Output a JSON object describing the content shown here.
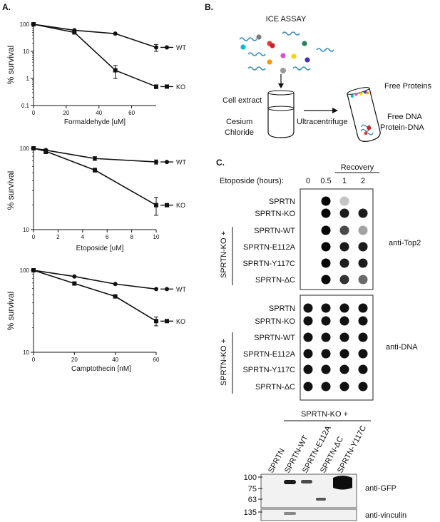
{
  "panel_labels": {
    "a": "A.",
    "b": "B.",
    "c": "C."
  },
  "chart_data": [
    {
      "type": "line",
      "ylabel": "% survival",
      "xlabel": "Formaldehyde [uM]",
      "yscale": "log",
      "ylim": [
        0.1,
        100
      ],
      "xlim": [
        0,
        75
      ],
      "xticks": [
        "0",
        "20",
        "40",
        "60"
      ],
      "yticks": [
        "100",
        "10",
        "1",
        "0.1"
      ],
      "series": [
        {
          "name": "WT",
          "x": [
            0,
            25,
            50,
            75
          ],
          "y": [
            100,
            60,
            45,
            14
          ],
          "err": [
            0,
            0,
            0,
            4
          ]
        },
        {
          "name": "KO",
          "x": [
            0,
            25,
            50,
            75
          ],
          "y": [
            100,
            50,
            2,
            0.5
          ],
          "err": [
            0,
            0,
            1,
            0.08
          ]
        }
      ]
    },
    {
      "type": "line",
      "ylabel": "% survival",
      "xlabel": "Etoposide [uM]",
      "yscale": "log",
      "ylim": [
        10,
        100
      ],
      "xlim": [
        0,
        10
      ],
      "xticks": [
        "0",
        "2",
        "4",
        "6",
        "8",
        "10"
      ],
      "yticks": [
        "100",
        "10"
      ],
      "series": [
        {
          "name": "WT",
          "x": [
            0,
            1,
            5,
            10
          ],
          "y": [
            100,
            95,
            75,
            68
          ],
          "err": [
            0,
            0,
            4,
            4
          ]
        },
        {
          "name": "KO",
          "x": [
            0,
            1,
            5,
            10
          ],
          "y": [
            100,
            92,
            54,
            20
          ],
          "err": [
            0,
            6,
            3,
            5
          ]
        }
      ]
    },
    {
      "type": "line",
      "ylabel": "% survival",
      "xlabel": "Camptothecin [nM]",
      "yscale": "log",
      "ylim": [
        10,
        100
      ],
      "xlim": [
        0,
        60
      ],
      "xticks": [
        "0",
        "20",
        "40",
        "60"
      ],
      "yticks": [
        "100",
        "10"
      ],
      "series": [
        {
          "name": "WT",
          "x": [
            0,
            20,
            40,
            60
          ],
          "y": [
            100,
            84,
            68,
            59
          ],
          "err": [
            0,
            0,
            0,
            0
          ]
        },
        {
          "name": "KO",
          "x": [
            0,
            20,
            40,
            60
          ],
          "y": [
            100,
            69,
            48,
            24
          ],
          "err": [
            0,
            0,
            0,
            3
          ]
        }
      ]
    }
  ],
  "ice": {
    "title": "ICE ASSAY",
    "cell_extract": "Cell extract",
    "cesium": "Cesium",
    "chloride": "Chloride",
    "ultracentrifuge": "Ultracentrifuge",
    "free_proteins": "Free Proteins",
    "free_dna": "Free DNA",
    "protein_dna": "Protein-DNA",
    "dot_colors": [
      "#7a7a7a",
      "#e53935",
      "#2e7d5b",
      "#00bcd4",
      "#ffd600",
      "#d94fd9",
      "#4a2fb5",
      "#ff9800",
      "#999999",
      "#c62828"
    ]
  },
  "dotblot": {
    "recovery_label": "Recovery",
    "etoposide_label": "Etoposide (hours):",
    "timepoints": [
      "0",
      "0.5",
      "1",
      "2"
    ],
    "ko_group_label": "SPRTN-KO +",
    "rows": [
      "SPRTN",
      "SPRTN-KO",
      "SPRTN-WT",
      "SPRTN-E112A",
      "SPRTN-Y117C",
      "SPRTN-ΔC"
    ],
    "top2_label": "anti-Top2",
    "dna_label": "anti-DNA",
    "top2_signal": [
      [
        0,
        1,
        0.15,
        0
      ],
      [
        0,
        1,
        0.9,
        0.9
      ],
      [
        0,
        1,
        0.7,
        0.3
      ],
      [
        0,
        1,
        0.9,
        0.9
      ],
      [
        0,
        1,
        0.9,
        0.9
      ],
      [
        0,
        1,
        0.8,
        0.55
      ]
    ]
  },
  "western": {
    "group_label": "SPRTN-KO +",
    "lanes": [
      "SPRTN",
      "SPRTN-WT",
      "SPRTN-E112A",
      "SPRTN-ΔC",
      "SPRTN-Y117C"
    ],
    "markers_top": [
      "100",
      "75",
      "63"
    ],
    "marker_bottom": "135",
    "gfp_label": "anti-GFP",
    "vinculin_label": "anti-vinculin"
  }
}
